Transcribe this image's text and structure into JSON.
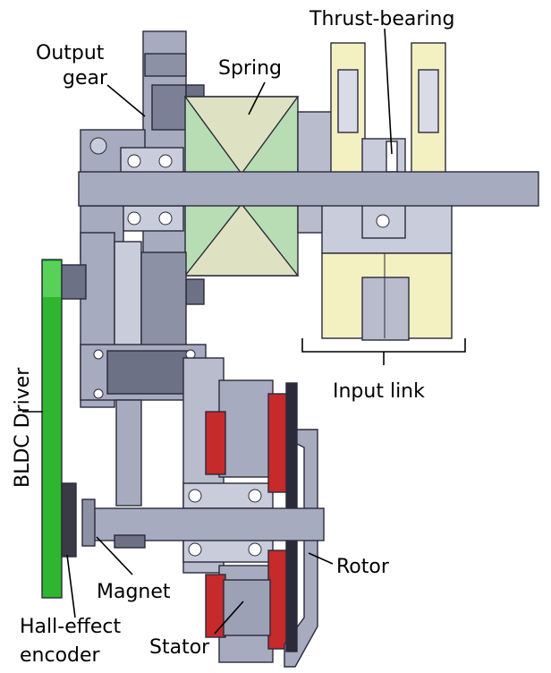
{
  "labels": {
    "output_gear_1": "Output",
    "output_gear_2": "gear",
    "spring": "Spring",
    "thrust_bearing": "Thrust-bearing",
    "input_link": "Input link",
    "bldc_driver": "BLDC Driver",
    "magnet": "Magnet",
    "rotor": "Rotor",
    "stator": "Stator",
    "hall_encoder_1": "Hall-effect",
    "hall_encoder_2": "encoder"
  },
  "colors": {
    "metal": "#a7abc0",
    "metal_dark": "#6d7186",
    "metal_light": "#c9ccda",
    "spring_green": "#b8dcb4",
    "spring_cream": "#dfe2c2",
    "bearing_yellow": "#f3f0c2",
    "pcb_green": "#2fb52f",
    "stator_red": "#c62a2a",
    "dark": "#2a2a3a"
  }
}
